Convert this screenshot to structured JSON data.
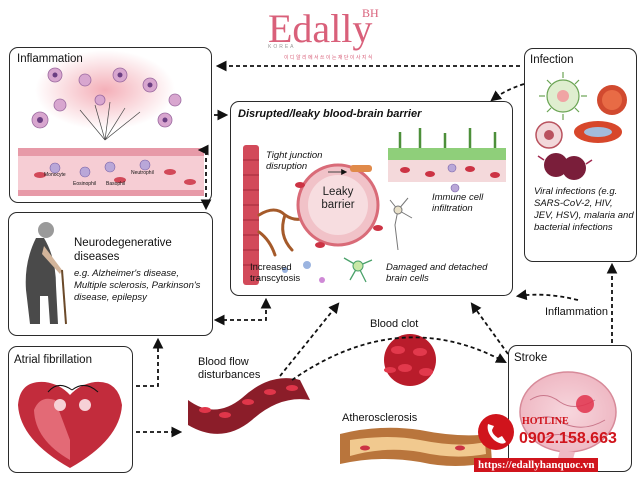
{
  "logo": {
    "brand": "Edally",
    "superscript": "BH",
    "country": "KOREA",
    "tagline": "이 디 알 리 에 서 쓰 이 는 재 단 이 사 지 식"
  },
  "boxes": {
    "inflammation": {
      "title": "Inflammation"
    },
    "bbb": {
      "title": "Disrupted/leaky blood-brain barrier",
      "labels": {
        "tight_junction": "Tight junction disruption",
        "leaky_barrier": "Leaky barrier",
        "immune_cell": "Immune cell infiltration",
        "transcytosis": "Increased transcytosis",
        "damaged_cells": "Damaged and detached brain cells"
      }
    },
    "infection": {
      "title": "Infection",
      "description": "Viral infections (e.g. SARS-CoV-2, HIV, JEV, HSV), malaria and bacterial infections"
    },
    "neuro": {
      "title": "Neurodegenerative diseases",
      "examples": "e.g. Alzheimer's disease, Multiple sclerosis, Parkinson's disease, epilepsy"
    },
    "afib": {
      "title": "Atrial fibrillation"
    },
    "stroke": {
      "title": "Stroke"
    }
  },
  "cell_labels": {
    "monocyte": "Monocyte",
    "eosinophil": "Eosinophil",
    "basophil": "Basophil",
    "neutrophil": "Neutrophil"
  },
  "free_labels": {
    "blood_flow": "Blood flow disturbances",
    "blood_clot": "Blood clot",
    "atherosclerosis": "Atherosclerosis",
    "inflammation_arrow": "Inflammation"
  },
  "contact": {
    "hotline_label": "HOTLINE",
    "phone": "0902.158.663",
    "website": "https://edallyhanquoc.vn"
  },
  "colors": {
    "logo": "#d9607a",
    "vessel_red": "#c8283a",
    "phone_red": "#d0141c"
  }
}
